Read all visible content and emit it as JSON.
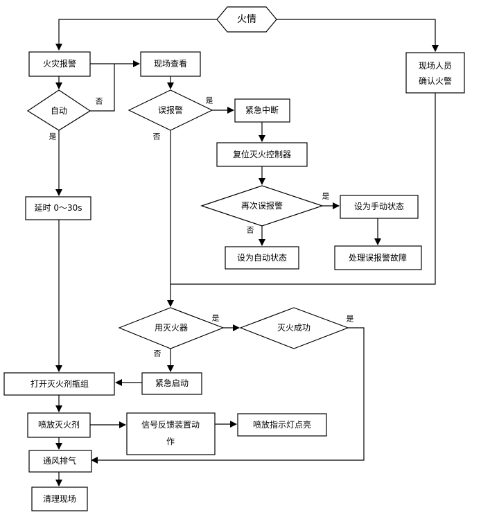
{
  "nodes": {
    "fire": "火情",
    "fire_alarm": "火灾报警",
    "site_check": "现场查看",
    "staff_confirm_l1": "现场人员",
    "staff_confirm_l2": "确认火警",
    "auto": "自动",
    "false_alarm": "误报警",
    "emergency_stop": "紧急中断",
    "reset_controller": "复位灭火控制器",
    "false_alarm_again": "再次误报警",
    "set_manual": "设为手动状态",
    "set_auto": "设为自动状态",
    "handle_fault": "处理误报警故障",
    "delay": "延时 0～30s",
    "use_extinguisher": "用灭火器",
    "extinguish_success": "灭火成功",
    "open_cylinders": "打开灭火剂瓶组",
    "emergency_start": "紧急启动",
    "spray_agent": "喷放灭火剂",
    "signal_feedback_l1": "信号反馈装置动",
    "signal_feedback_l2": "作",
    "spray_light": "喷放指示灯点亮",
    "ventilation": "通风排气",
    "clean_site": "清理现场"
  },
  "labels": {
    "yes": "是",
    "no": "否"
  }
}
